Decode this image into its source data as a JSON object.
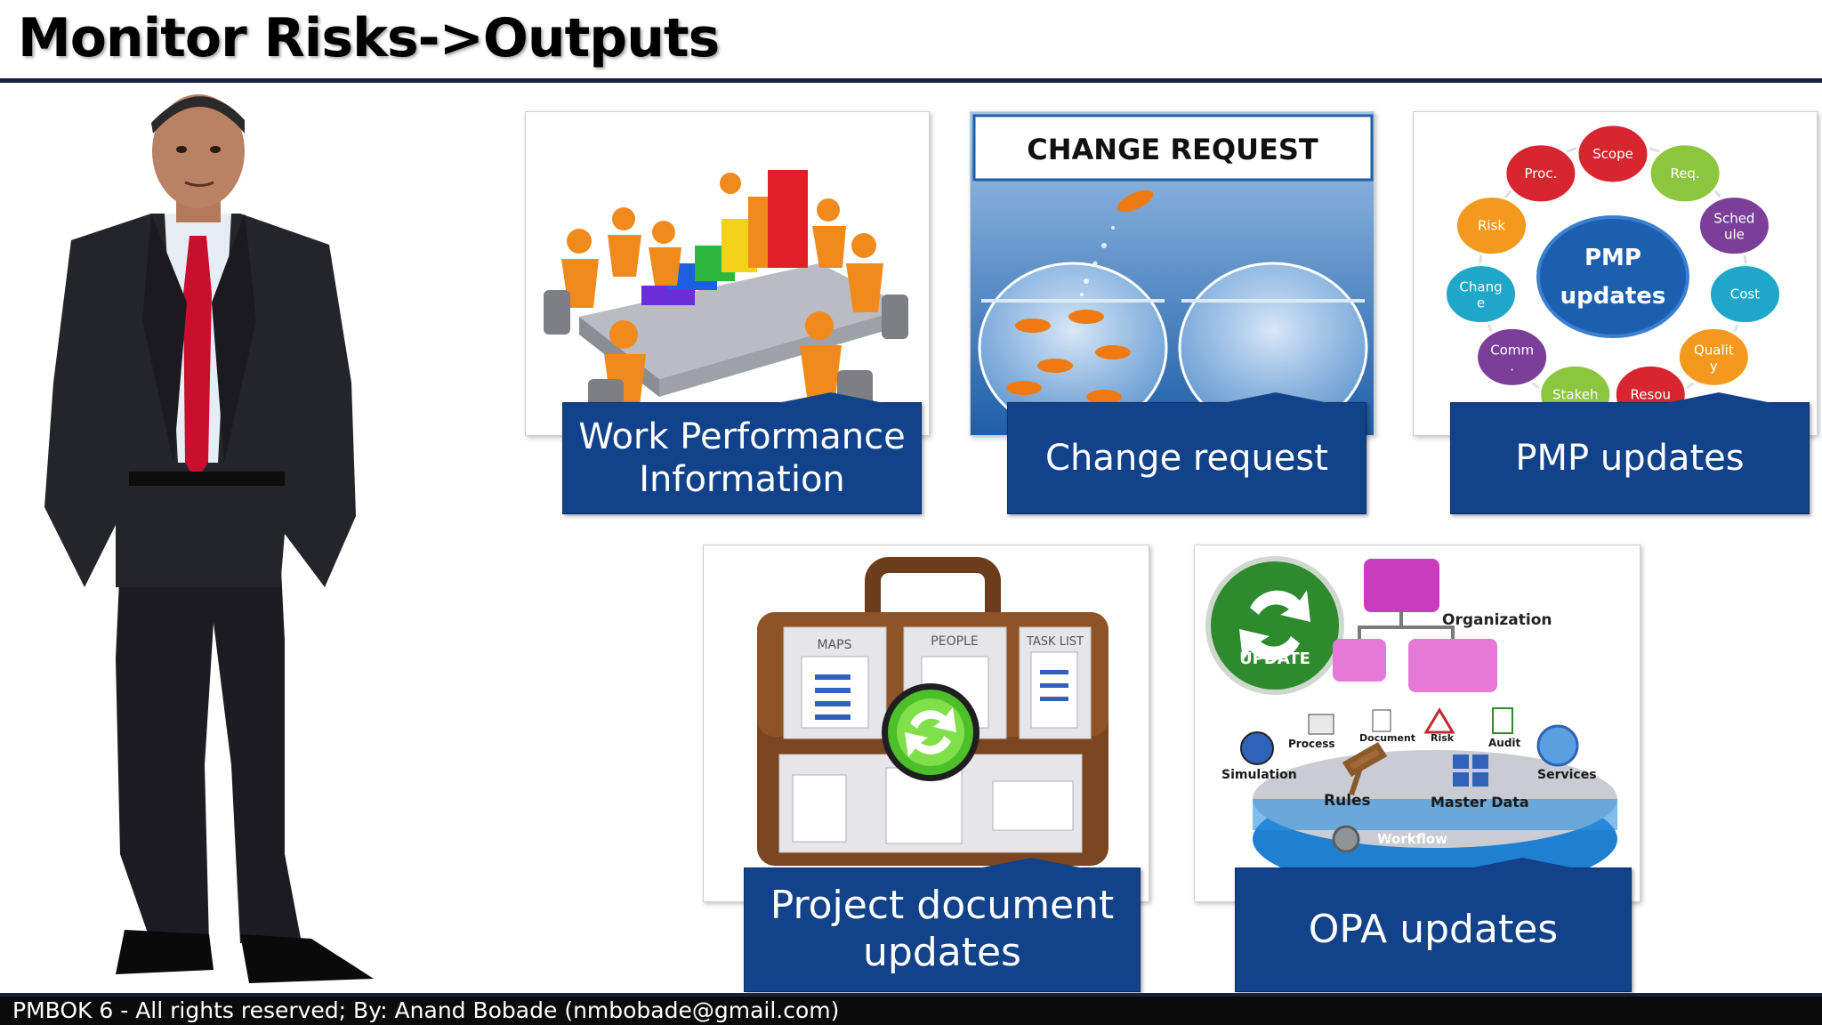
{
  "slide": {
    "title": "Monitor Risks->Outputs",
    "footer": "PMBOK 6 - All rights reserved; By: Anand Bobade (nmbobade@gmail.com)"
  },
  "outputs": [
    {
      "label": "Work Performance Information"
    },
    {
      "label": "Change request"
    },
    {
      "label": "PMP updates"
    },
    {
      "label": "Project document updates"
    },
    {
      "label": "OPA updates"
    }
  ],
  "change_request_card": {
    "banner": "CHANGE  REQUEST"
  },
  "pmp_wheel": {
    "center_line1": "PMP",
    "center_line2": "updates",
    "nodes": [
      {
        "line1": "Scope",
        "line2": "",
        "color": "#d7262f"
      },
      {
        "line1": "Req.",
        "line2": "",
        "color": "#8cc63f"
      },
      {
        "line1": "Sched",
        "line2": "ule",
        "color": "#7b3f9a"
      },
      {
        "line1": "Cost",
        "line2": "",
        "color": "#1fa7c9"
      },
      {
        "line1": "Qualit",
        "line2": "y",
        "color": "#f39a1e"
      },
      {
        "line1": "Resou",
        "line2": "",
        "color": "#d7262f"
      },
      {
        "line1": "Stakeh",
        "line2": "",
        "color": "#8cc63f"
      },
      {
        "line1": "Comm",
        "line2": ".",
        "color": "#7b3f9a"
      },
      {
        "line1": "Chang",
        "line2": "e",
        "color": "#1fa7c9"
      },
      {
        "line1": "Risk",
        "line2": "",
        "color": "#f39a1e"
      },
      {
        "line1": "Proc.",
        "line2": "",
        "color": "#d7262f"
      }
    ]
  },
  "briefcase": {
    "panels": [
      "MAPS",
      "PEOPLE",
      "TASK LIST"
    ]
  },
  "opa_diagram": {
    "badge": "UPDATE",
    "organization": "Organization",
    "items": [
      "Process",
      "Document",
      "Risk",
      "Audit",
      "Simulation",
      "Services",
      "Rules",
      "Master Data",
      "Workflow"
    ]
  },
  "colors": {
    "label_blue": "#12428a",
    "title_rule": "#14233f"
  }
}
